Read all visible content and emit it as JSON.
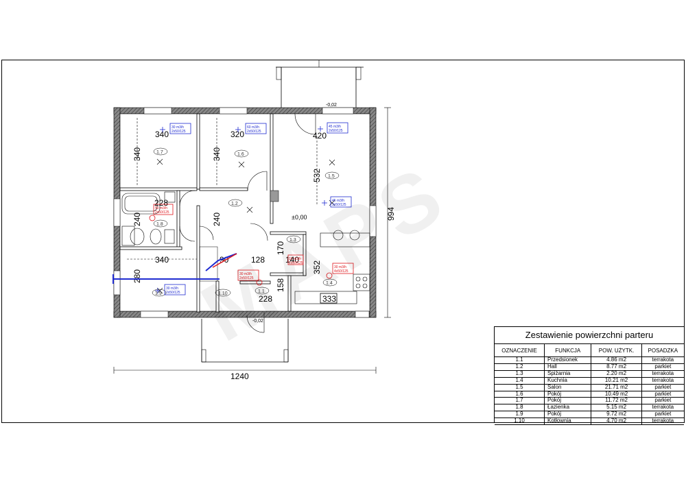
{
  "plan": {
    "dims": {
      "d340a": "340",
      "d320": "320",
      "d420": "420",
      "d340_left": "340",
      "d340_mid": "340",
      "d532": "532",
      "d228a": "228",
      "d240a": "240",
      "d240b": "240",
      "d340b": "340",
      "d280": "280",
      "d128": "128",
      "d170": "170",
      "d140": "140",
      "d352": "352",
      "d158": "158",
      "d228b": "228",
      "d90": "90",
      "d994": "994",
      "d1240": "1240",
      "d333": "333",
      "level0": "±0,00",
      "lvl_top": "-0,02",
      "lvl_bottom": "-0,02"
    },
    "rooms": {
      "r11": "1.1",
      "r12": "1.2",
      "r13": "1.3",
      "r14": "1.4",
      "r15": "1.5",
      "r16": "1.6",
      "r17": "1.7",
      "r18": "1.8",
      "r19": "1.9",
      "r110": "1.10"
    },
    "vents": {
      "v17_a": "30 m3/h",
      "v17_b": "2x50/125",
      "v16_a": "60 m3/h",
      "v16_b": "2x50/125",
      "v15top_a": "45 m3/h",
      "v15top_b": "2x50/125",
      "v15_a": "45 m3/h",
      "v15_b": "3x50/125",
      "v18_a": "50 m3/h",
      "v18_b": "2x50/125",
      "v19_a": "30 m3/h",
      "v19_b": "2x50/125",
      "v11_a": "30 m3/h",
      "v11_b": "2x50/125",
      "v13_a": "15 m3/h",
      "v13_b": "2x50/125",
      "v14_a": "30 m3/h",
      "v14_b": "4x50/125"
    },
    "colors": {
      "supply": "#1f2bd1",
      "exhaust": "#e0161c",
      "wall": "#555555"
    }
  },
  "table": {
    "title": "Zestawienie powierzchni parteru",
    "headers": [
      "OZNACZENIE",
      "FUNKCJA",
      "POW. UŻYTK.",
      "POSADZKA"
    ],
    "rows": [
      [
        "1.1",
        "Przedsionek",
        "4.86 m2",
        "terrakota"
      ],
      [
        "1.2",
        "Hall",
        "8.77 m2",
        "parkiet"
      ],
      [
        "1.3",
        "Spiżarnia",
        "2.20 m2",
        "terrakota"
      ],
      [
        "1.4",
        "Kuchnia",
        "10.21 m2",
        "terrakota"
      ],
      [
        "1.5",
        "Salon",
        "21.71 m2",
        "parkiet"
      ],
      [
        "1.6",
        "Pokój",
        "10.49 m2",
        "parkiet"
      ],
      [
        "1.7",
        "Pokój",
        "11.72 m2",
        "parkiet"
      ],
      [
        "1.8",
        "Łazienka",
        "5.15 m2",
        "terrakota"
      ],
      [
        "1.9",
        "Pokój",
        "9.72 m2",
        "parkiet"
      ],
      [
        "1.10",
        "Kotłownia",
        "4.70 m2",
        "terrakota"
      ]
    ]
  }
}
